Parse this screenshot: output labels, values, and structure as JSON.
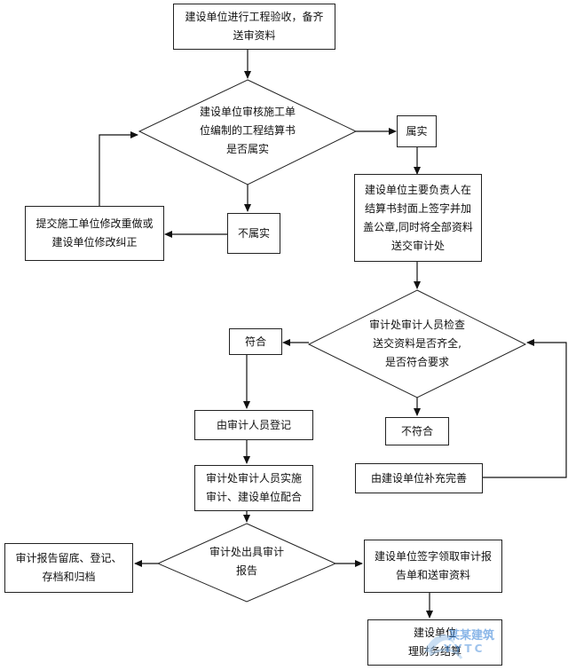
{
  "nodes": {
    "start": [
      "建设单位进行工程验收，备齐",
      "送审资料"
    ],
    "decision1": [
      "建设单位审核施工单",
      "位编制的工程结算书",
      "是否属实"
    ],
    "true1": [
      "属实"
    ],
    "false1": [
      "不属实"
    ],
    "revise": [
      "提交施工单位修改重做或",
      "建设单位修改纠正"
    ],
    "sign": [
      "建设单位主要负责人在",
      "结算书封面上签字并加",
      "盖公章,同时将全部资料",
      "送交审计处"
    ],
    "decision2": [
      "审计处审计人员检查",
      "送交资料是否齐全,",
      "是否符合要求"
    ],
    "comply": [
      "符合"
    ],
    "noncomply": [
      "不符合"
    ],
    "register": [
      "由审计人员登记"
    ],
    "supplement": [
      "由建设单位补充完善"
    ],
    "audit": [
      "审计处审计人员实施",
      "审计、建设单位配合"
    ],
    "decision3": [
      "审计处出具审计",
      "报告"
    ],
    "archive": [
      "审计报告留底、登记、",
      "存档和归档"
    ],
    "receive": [
      "建设单位签字领取审计报",
      "告单和送审资料"
    ],
    "final": [
      "建设单位",
      "理财务结算"
    ]
  },
  "watermark": {
    "text": "某某建筑",
    "text2": "YYTC"
  }
}
